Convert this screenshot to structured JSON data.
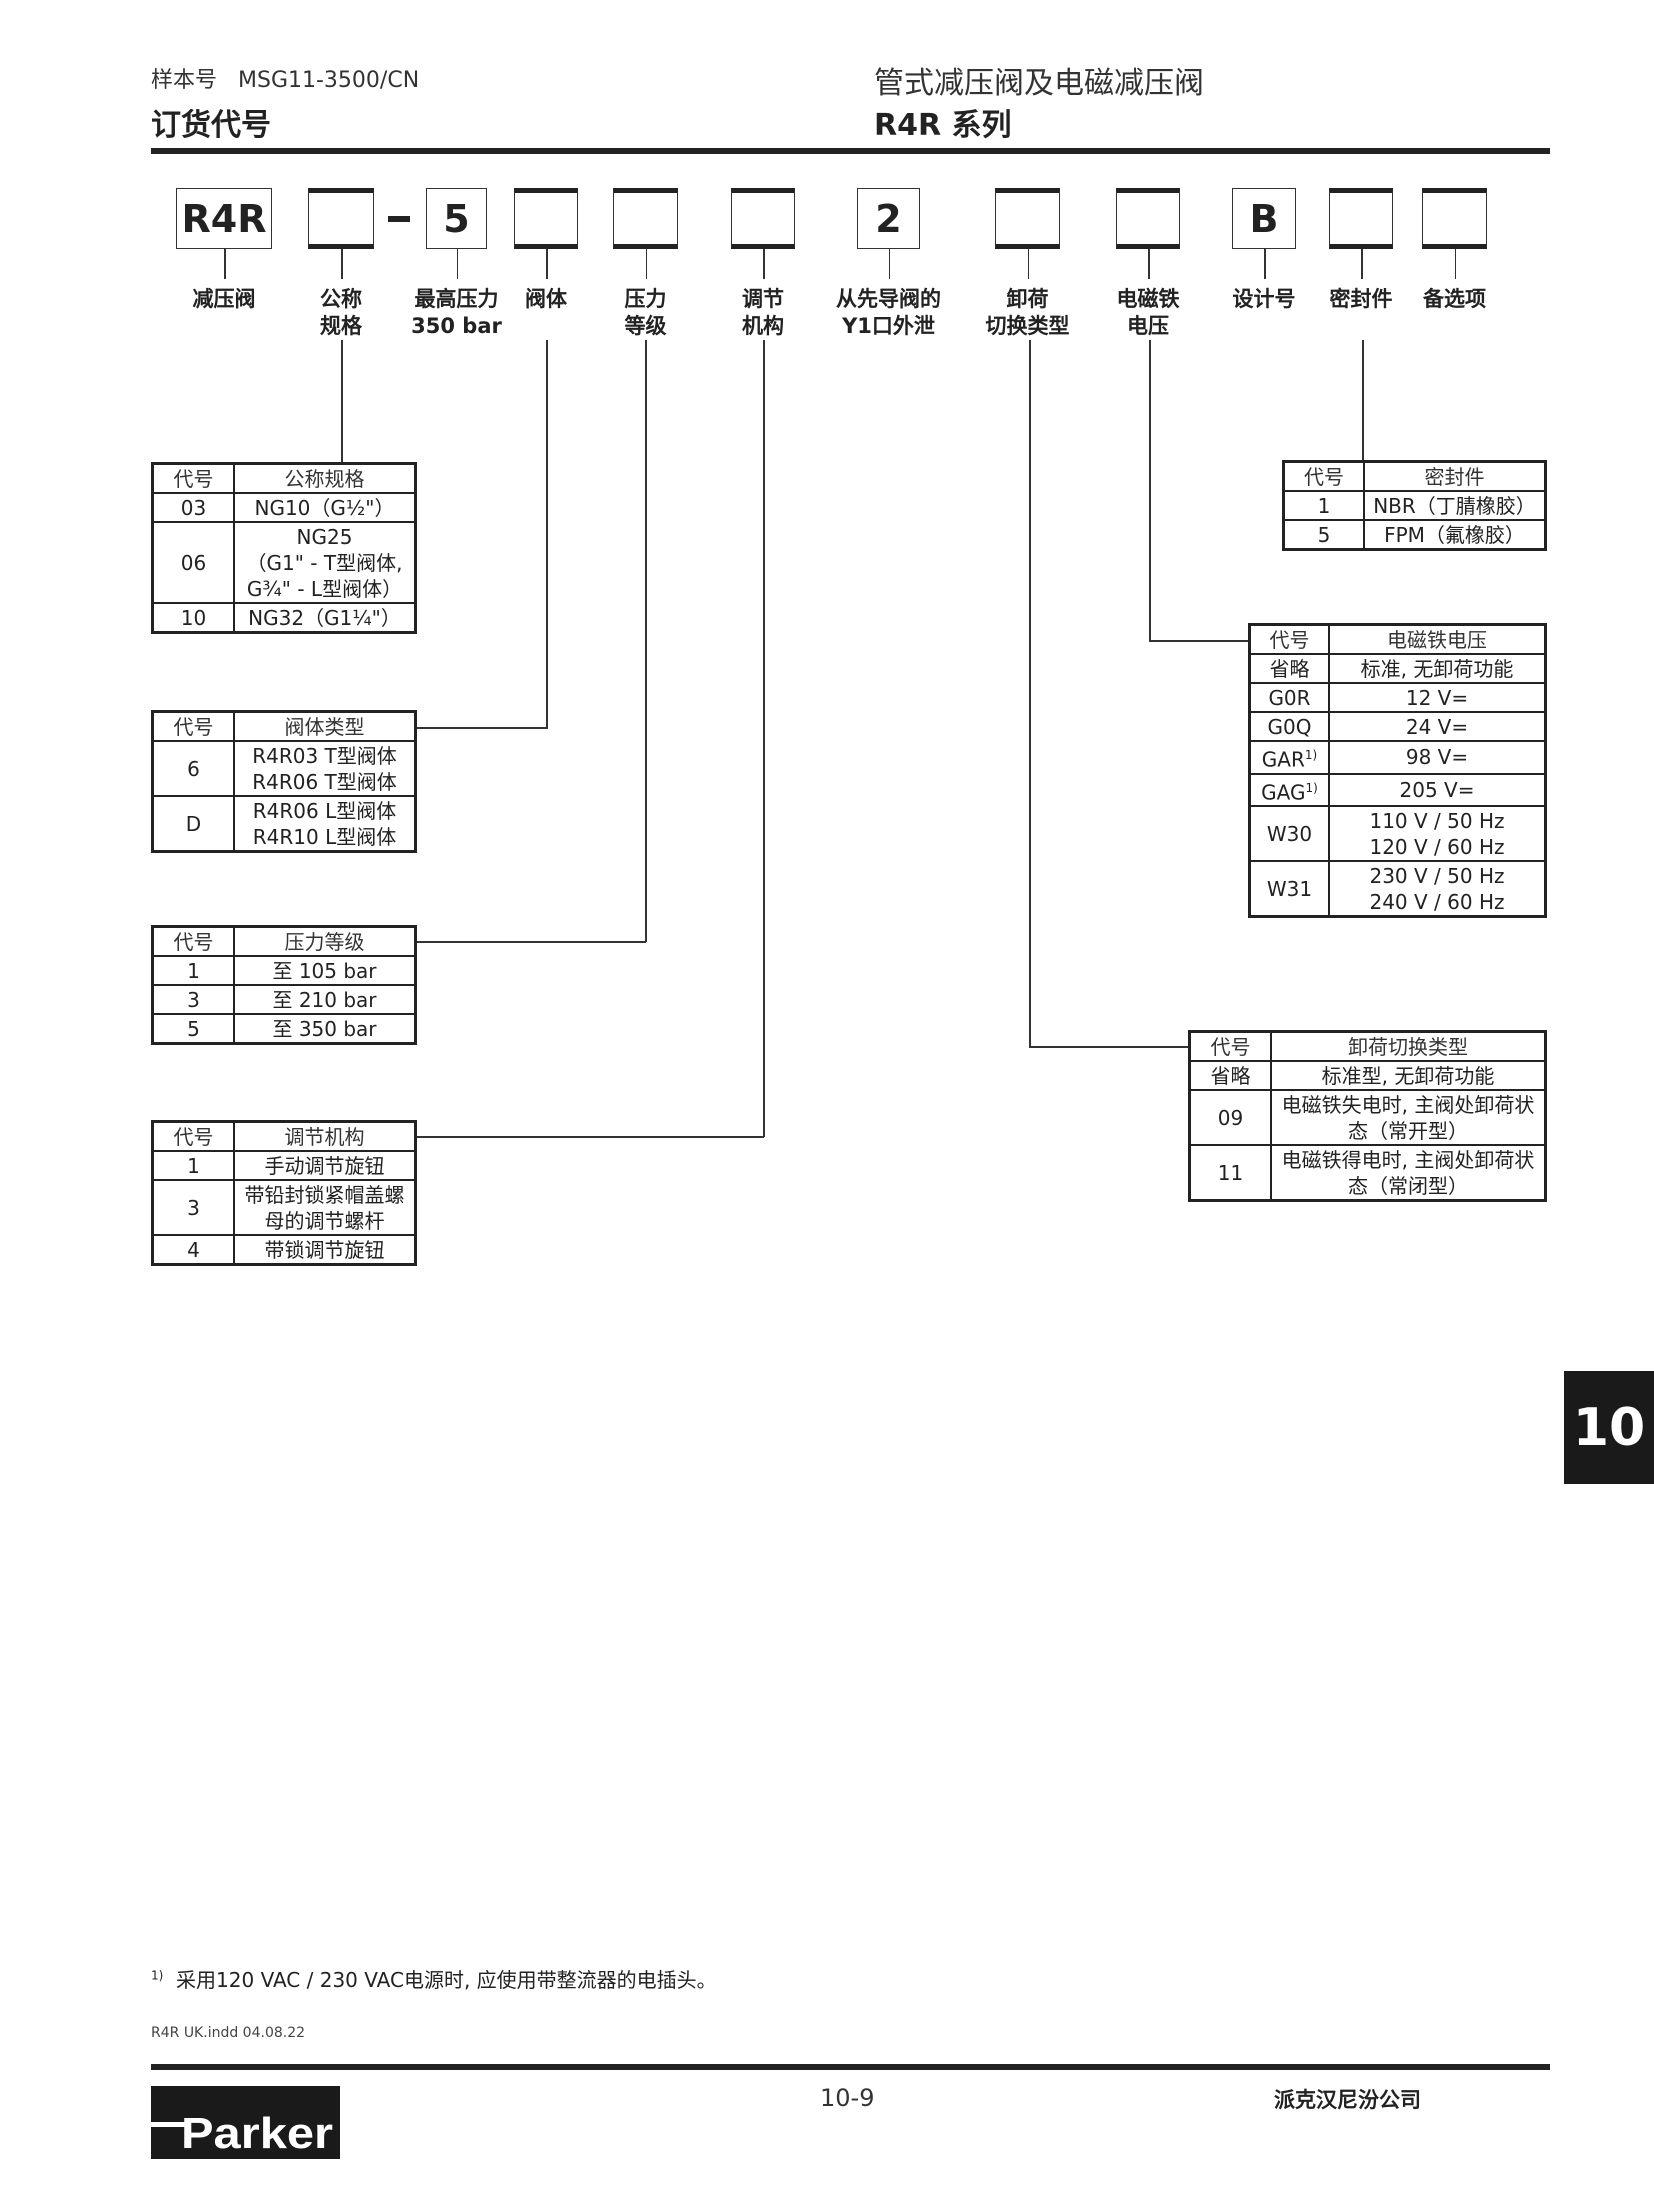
{
  "header": {
    "catalog_label": "样本号",
    "catalog_no": "MSG11-3500/CN",
    "section": "订货代号",
    "title": "管式减压阀及电磁减压阀",
    "series": "R4R 系列"
  },
  "code_boxes": [
    {
      "value": "R4R",
      "label": [
        "减压阀"
      ]
    },
    {
      "value": "",
      "label": [
        "公称",
        "规格"
      ]
    },
    {
      "value": "5",
      "label": [
        "最高压力",
        "350 bar"
      ]
    },
    {
      "value": "",
      "label": [
        "阀体"
      ]
    },
    {
      "value": "",
      "label": [
        "压力",
        "等级"
      ]
    },
    {
      "value": "",
      "label": [
        "调节",
        "机构"
      ]
    },
    {
      "value": "2",
      "label": [
        "从先导阀的",
        "Y1口外泄"
      ]
    },
    {
      "value": "",
      "label": [
        "卸荷",
        "切换类型"
      ]
    },
    {
      "value": "",
      "label": [
        "电磁铁",
        "电压"
      ]
    },
    {
      "value": "B",
      "label": [
        "设计号"
      ]
    },
    {
      "value": "",
      "label": [
        "密封件"
      ]
    },
    {
      "value": "",
      "label": [
        "备选项"
      ]
    }
  ],
  "dash": "–",
  "tables": {
    "size": {
      "header": [
        "代号",
        "公称规格"
      ],
      "rows": [
        {
          "code": "03",
          "desc": [
            "NG10（G½\"）"
          ]
        },
        {
          "code": "06",
          "desc": [
            "NG25",
            "（G1\" - T型阀体,",
            "G¾\" - L型阀体）"
          ]
        },
        {
          "code": "10",
          "desc": [
            "NG32（G1¼\"）"
          ]
        }
      ]
    },
    "body": {
      "header": [
        "代号",
        "阀体类型"
      ],
      "rows": [
        {
          "code": "6",
          "desc": [
            "R4R03 T型阀体",
            "R4R06 T型阀体"
          ]
        },
        {
          "code": "D",
          "desc": [
            "R4R06 L型阀体",
            "R4R10 L型阀体"
          ]
        }
      ]
    },
    "pressure": {
      "header": [
        "代号",
        "压力等级"
      ],
      "rows": [
        {
          "code": "1",
          "desc": [
            "至 105 bar"
          ]
        },
        {
          "code": "3",
          "desc": [
            "至 210 bar"
          ]
        },
        {
          "code": "5",
          "desc": [
            "至 350 bar"
          ]
        }
      ]
    },
    "adjust": {
      "header": [
        "代号",
        "调节机构"
      ],
      "rows": [
        {
          "code": "1",
          "desc": [
            "手动调节旋钮"
          ]
        },
        {
          "code": "3",
          "desc": [
            "带铅封锁紧帽盖螺",
            "母的调节螺杆"
          ]
        },
        {
          "code": "4",
          "desc": [
            "带锁调节旋钮"
          ]
        }
      ]
    },
    "seal": {
      "header": [
        "代号",
        "密封件"
      ],
      "rows": [
        {
          "code": "1",
          "desc": [
            "NBR（丁腈橡胶）"
          ]
        },
        {
          "code": "5",
          "desc": [
            "FPM（氟橡胶）"
          ]
        }
      ]
    },
    "voltage": {
      "header": [
        "代号",
        "电磁铁电压"
      ],
      "rows": [
        {
          "code": "省略",
          "desc": [
            "标准, 无卸荷功能"
          ]
        },
        {
          "code": "G0R",
          "desc": [
            "12 V="
          ]
        },
        {
          "code": "G0Q",
          "desc": [
            "24 V="
          ]
        },
        {
          "code": "GAR",
          "sup": "1)",
          "desc": [
            "98 V="
          ]
        },
        {
          "code": "GAG",
          "sup": "1)",
          "desc": [
            "205 V="
          ]
        },
        {
          "code": "W30",
          "desc": [
            "110 V / 50 Hz",
            "120 V / 60 Hz"
          ]
        },
        {
          "code": "W31",
          "desc": [
            "230 V / 50 Hz",
            "240 V / 60 Hz"
          ]
        }
      ]
    },
    "unload": {
      "header": [
        "代号",
        "卸荷切换类型"
      ],
      "rows": [
        {
          "code": "省略",
          "desc": [
            "标准型, 无卸荷功能"
          ]
        },
        {
          "code": "09",
          "desc": [
            "电磁铁失电时, 主阀处卸荷状",
            "态（常开型）"
          ]
        },
        {
          "code": "11",
          "desc": [
            "电磁铁得电时, 主阀处卸荷状",
            "态（常闭型）"
          ]
        }
      ]
    }
  },
  "footnote": {
    "mark": "1)",
    "text": "采用120 VAC / 230 VAC电源时, 应使用带整流器的电插头。"
  },
  "file_info": "R4R UK.indd 04.08.22",
  "side_tab": "10",
  "footer": {
    "page": "10-9",
    "company": "派克汉尼汾公司",
    "logo_text": "Parker"
  }
}
